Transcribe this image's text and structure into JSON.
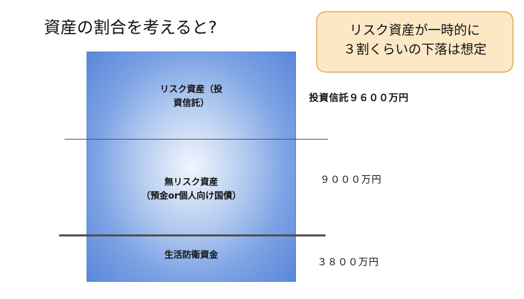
{
  "title": "資産の割合を考えると?",
  "callout": {
    "line1": "リスク資産が一時的に",
    "line2": "３割くらいの下落は想定"
  },
  "segments": [
    {
      "line1": "リスク資産（投",
      "line2": "資信託）",
      "amount": "投資信託９６００万円"
    },
    {
      "line1": "無リスク資産",
      "line2": "（預金or個人向け国債）",
      "amount": "９０００万円"
    },
    {
      "line1": "生活防衛資金",
      "amount": "３８００万円"
    }
  ],
  "colors": {
    "box_fill_center": "#f2f6fd",
    "box_fill_edge": "#5685d8",
    "callout_fill": "#fde8c6",
    "callout_border": "#d49a3e"
  }
}
